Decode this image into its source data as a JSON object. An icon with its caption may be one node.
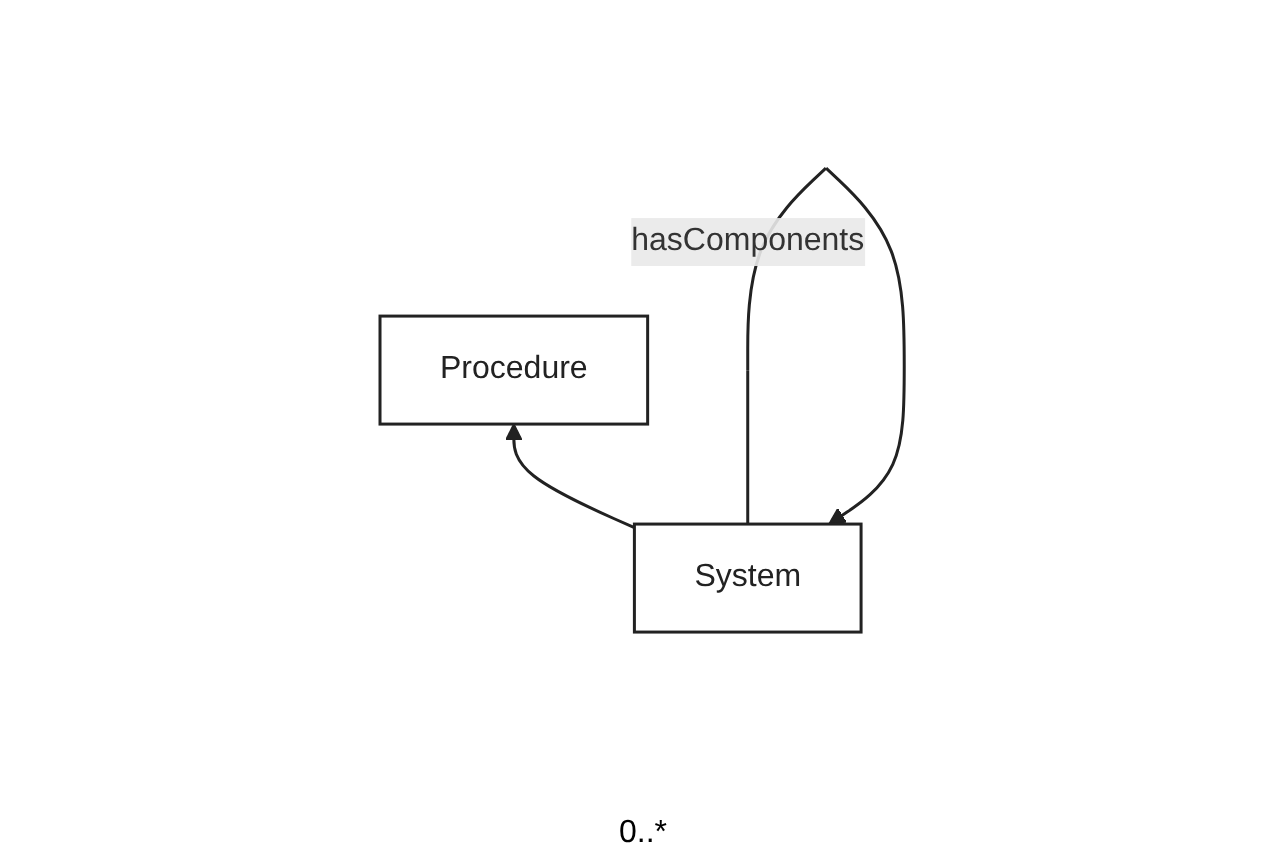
{
  "diagram": {
    "nodes": [
      {
        "text": [
          "Procedure"
        ]
      },
      {
        "text": [
          "System"
        ]
      }
    ],
    "edges": [
      {
        "from": 1,
        "to": 0,
        "arrow": "to"
      },
      {
        "from": 1,
        "to": 1,
        "arrow": "to",
        "label": "hasComponents"
      }
    ],
    "labels": [
      "0..*"
    ]
  }
}
